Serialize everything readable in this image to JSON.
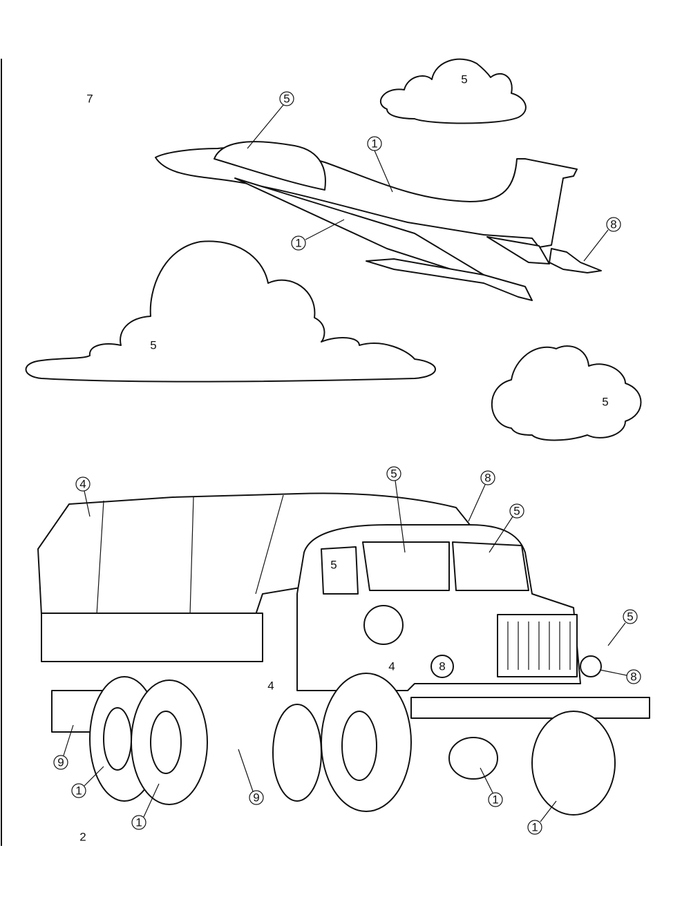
{
  "page": {
    "corner_number": "7",
    "page_number": "2"
  },
  "sky": {
    "cloud_top_label": "5",
    "cloud_big_label": "5",
    "cloud_right_label": "5"
  },
  "plane": {
    "canopy_label": "5",
    "fuselage_label": "1",
    "wing_label": "1",
    "exhaust_label": "8"
  },
  "truck": {
    "tarp_label": "4",
    "windshield_center_label": "5",
    "roof_light_label": "8",
    "windshield_right_label": "5",
    "side_window_label": "5",
    "side_light_label": "5",
    "headlight_right_label": "8",
    "hood_side_label": "4",
    "tank_label": "4",
    "headlight_left_label": "8",
    "rear_bumper_label": "9",
    "rear_wheel_label": "1",
    "middle_wheel_label": "1",
    "mudflap_label": "9",
    "axle_label": "1",
    "front_wheel_label": "1"
  }
}
